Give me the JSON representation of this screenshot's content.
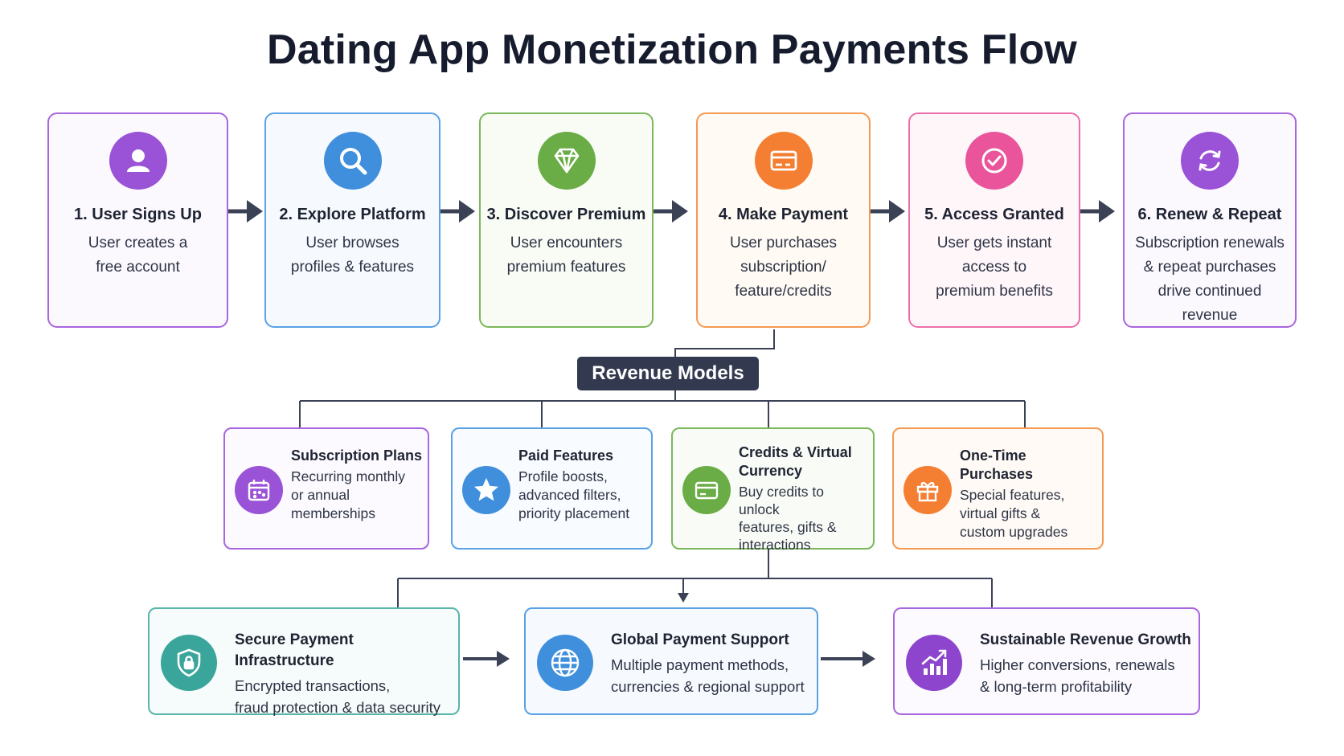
{
  "title": "Dating App Monetization Payments Flow",
  "steps": [
    {
      "title": "1. User Signs Up",
      "desc_lines": [
        "User creates a",
        "free account"
      ]
    },
    {
      "title": "2. Explore Platform",
      "desc_lines": [
        "User browses",
        "profiles & features"
      ]
    },
    {
      "title": "3. Discover Premium",
      "desc_lines": [
        "User encounters",
        "premium features"
      ]
    },
    {
      "title": "4. Make Payment",
      "desc_lines": [
        "User purchases",
        "subscription/",
        "feature/credits"
      ]
    },
    {
      "title": "5. Access Granted",
      "desc_lines": [
        "User gets instant",
        "access to",
        "premium benefits"
      ]
    },
    {
      "title": "6. Renew & Repeat",
      "desc_lines": [
        "Subscription renewals",
        "& repeat purchases",
        "drive continued",
        "revenue"
      ]
    }
  ],
  "revenue_models_label": "Revenue Models",
  "models": [
    {
      "title_lines": [
        "Subscription Plans"
      ],
      "desc_lines": [
        "Recurring monthly",
        "or annual",
        "memberships"
      ]
    },
    {
      "title_lines": [
        "Paid Features"
      ],
      "desc_lines": [
        "Profile boosts,",
        "advanced filters,",
        "priority placement"
      ]
    },
    {
      "title_lines": [
        "Credits & Virtual",
        "Currency"
      ],
      "desc_lines": [
        "Buy credits to unlock",
        "features, gifts &",
        "interactions"
      ]
    },
    {
      "title_lines": [
        "One-Time Purchases"
      ],
      "desc_lines": [
        "Special features,",
        "virtual gifts &",
        "custom upgrades"
      ]
    }
  ],
  "infra": [
    {
      "title": "Secure Payment Infrastructure",
      "desc_lines": [
        "Encrypted transactions,",
        "fraud protection & data security"
      ]
    },
    {
      "title": "Global Payment Support",
      "desc_lines": [
        "Multiple payment methods,",
        "currencies & regional support"
      ]
    },
    {
      "title": "Sustainable Revenue Growth",
      "desc_lines": [
        "Higher conversions, renewals",
        "& long-term profitability"
      ]
    }
  ],
  "icons": {
    "steps": [
      "user-icon",
      "search-icon",
      "diamond-icon",
      "credit-card-icon",
      "check-circle-icon",
      "refresh-icon"
    ],
    "models": [
      "calendar-icon",
      "star-icon",
      "wallet-card-icon",
      "gift-icon"
    ],
    "infra": [
      "shield-lock-icon",
      "globe-icon",
      "growth-chart-icon"
    ]
  },
  "colors": {
    "purple": "#9a52d6",
    "blue": "#3f8fdc",
    "green": "#6aac45",
    "orange": "#f47f32",
    "pink": "#e9549b",
    "teal": "#3aa59a",
    "navy": "#33394f",
    "arrow": "#3b4255"
  }
}
